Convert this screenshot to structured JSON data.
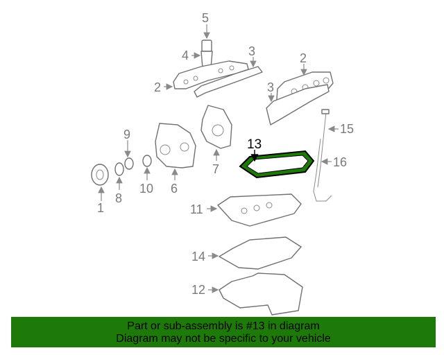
{
  "callouts": {
    "c1": "1",
    "c2a": "2",
    "c2b": "2",
    "c3a": "3",
    "c3b": "3",
    "c4": "4",
    "c5": "5",
    "c6": "6",
    "c7": "7",
    "c8": "8",
    "c9": "9",
    "c10": "10",
    "c11": "11",
    "c12": "12",
    "c13": "13",
    "c14": "14",
    "c15": "15",
    "c16": "16"
  },
  "highlight_color": "#1e7a08",
  "banner": {
    "line1": "Part or sub-assembly is #13 in diagram",
    "line2": "Diagram may not be specific to your vehicle"
  }
}
